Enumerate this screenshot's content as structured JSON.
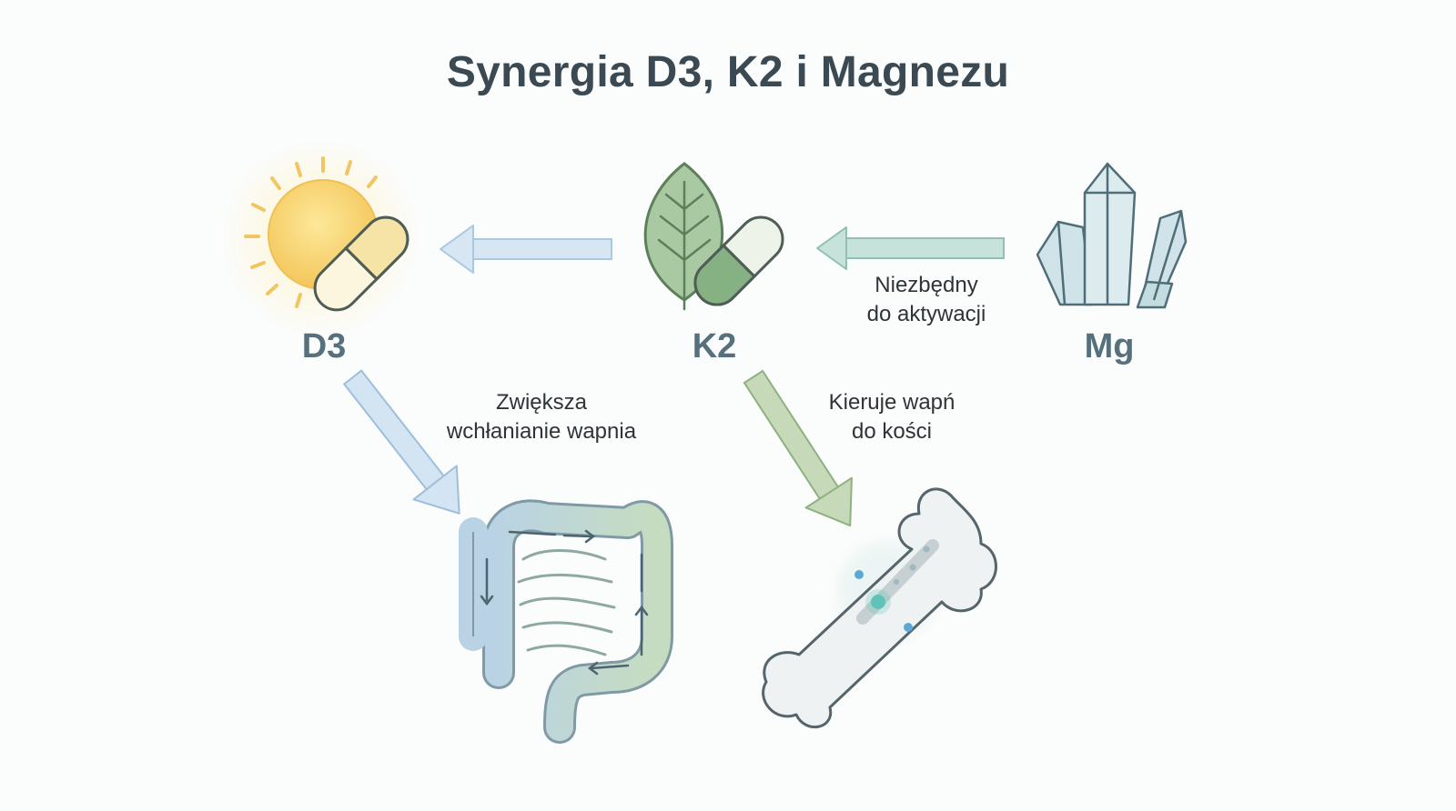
{
  "title": "Synergia D3, K2 i Magnezu",
  "nodes": {
    "d3": {
      "label": "D3",
      "icon": "sun-capsule-icon",
      "color": "#f2c14e"
    },
    "k2": {
      "label": "K2",
      "icon": "leaf-capsule-icon",
      "color": "#7ea77a"
    },
    "mg": {
      "label": "Mg",
      "icon": "crystal-icon",
      "color": "#9fc3cc"
    }
  },
  "edges": {
    "mg_to_k2": {
      "line1": "Niezbędny",
      "line2": "do aktywacji",
      "color": "#8fbfb5"
    },
    "k2_to_d3": {
      "color": "#a9c8e2"
    },
    "d3_to_gut": {
      "line1": "Zwiększa",
      "line2": "wchłanianie wapnia",
      "color": "#a9c8e2"
    },
    "k2_to_bone": {
      "line1": "Kieruje wapń",
      "line2": "do kości",
      "color": "#9fbe8e"
    }
  },
  "targets": {
    "gut": {
      "icon": "intestine-icon"
    },
    "bone": {
      "icon": "bone-icon"
    }
  }
}
